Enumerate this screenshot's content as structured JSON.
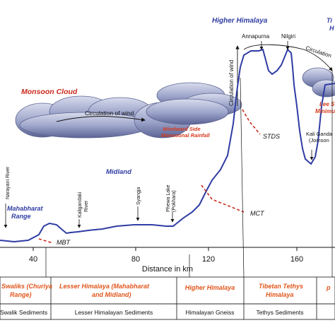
{
  "regions": {
    "higher_himalaya": "Higher Himalaya",
    "monsoon_cloud": "Monsoon Cloud",
    "midland": "Midland",
    "mahabharat_range": "Mahabharat\nRange",
    "tibetan_partial": "Ti\nH"
  },
  "peaks": {
    "annapurna": "Annapurna",
    "nilgiri": "Nilgiri"
  },
  "features": {
    "circulation_of_wind": "Circulation of wind",
    "circulation_of_wind_vertical": "Circulation of wind",
    "circulation_right": "Circulation",
    "windward_side": "Windward Side\nMonsoonal Rainfall",
    "lee_side": "Lee S\nMinimum",
    "kali_gandaki": "Kali Ganda\n(Jomson",
    "kaligandaki_river": "Kaligandaki\nRiver",
    "syangja": "Syangja",
    "phewa_lake": "Phewa Lake\n(Pokhara)",
    "narayani_river": "Narayani River"
  },
  "faults": {
    "mbt": "MBT",
    "mct": "MCT",
    "stds": "STDS"
  },
  "axis": {
    "label": "Distance in km",
    "ticks": [
      "40",
      "80",
      "120",
      "160"
    ]
  },
  "zones": [
    "Swaliks (Churiya\nRange)",
    "Lesser Himalaya (Mahabharat\nand Midland)",
    "Higher Himalaya",
    "Tibetan Tethys\nHimalaya",
    "p"
  ],
  "geology": [
    "Swalik Sediments",
    "Lesser Himalayan Sediments",
    "Himalayan Gneiss",
    "Tethys Sediments"
  ]
}
